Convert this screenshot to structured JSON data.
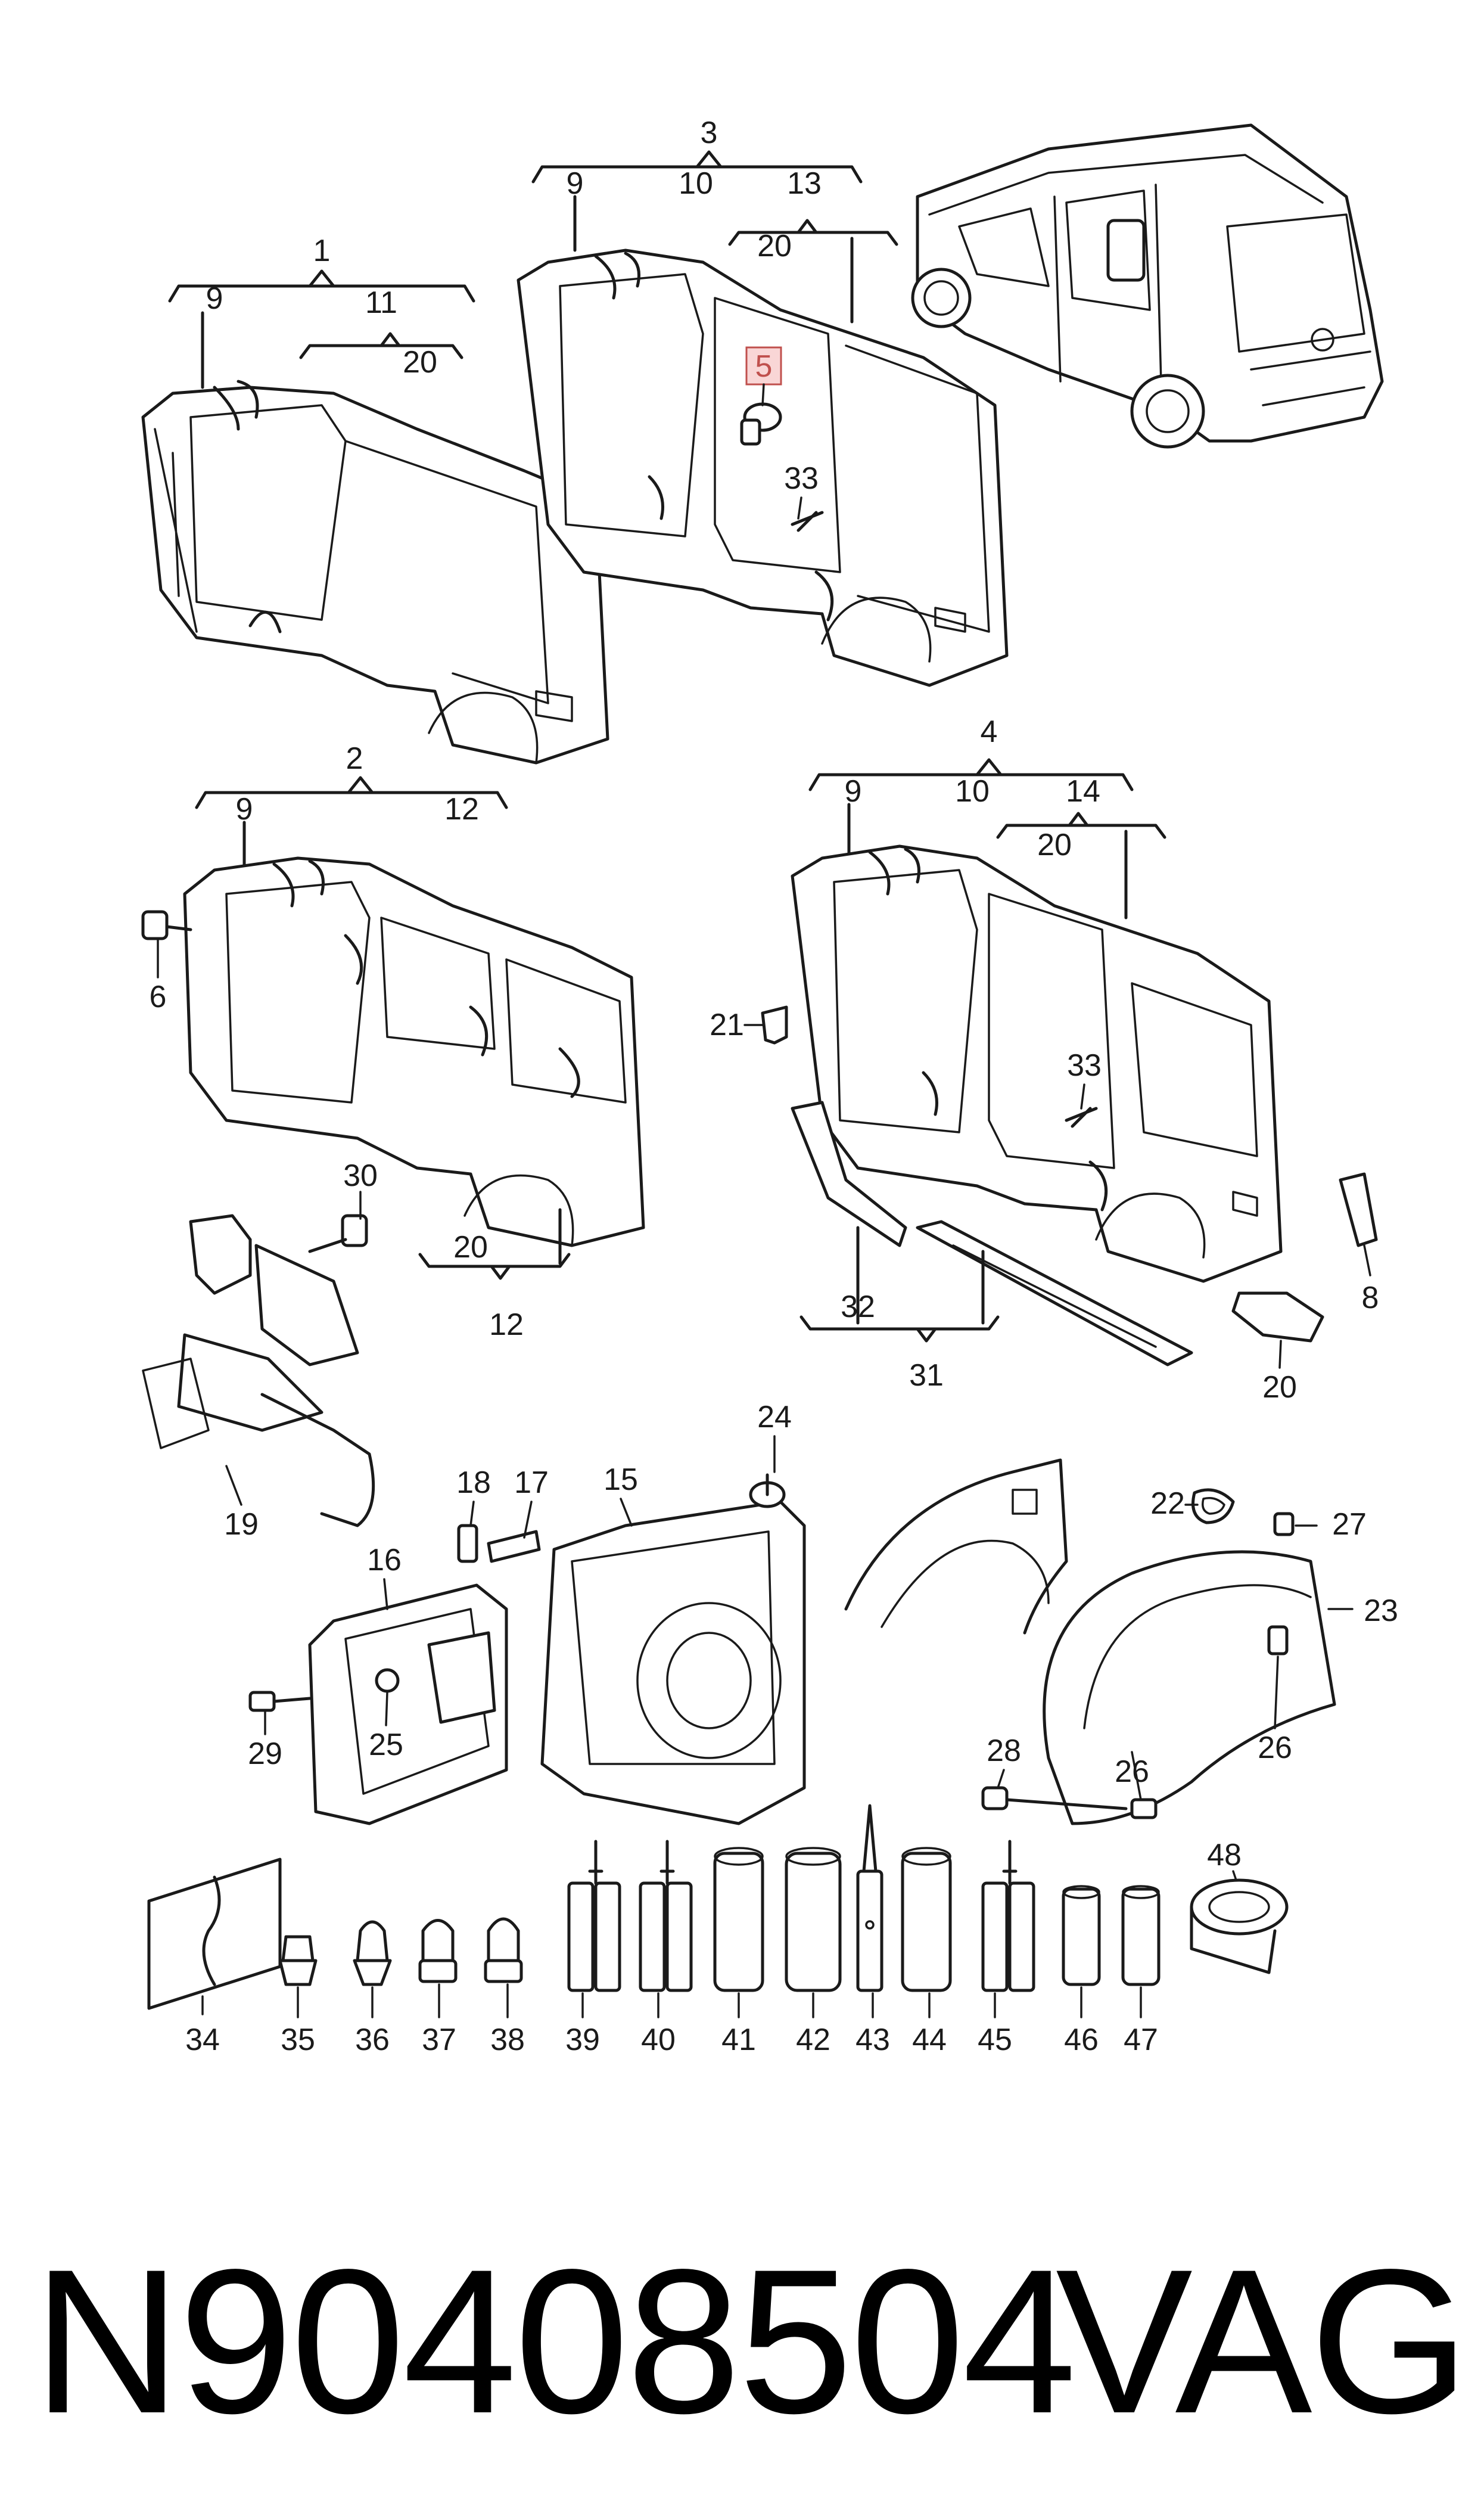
{
  "footer": {
    "part_number": "N90408504",
    "brand": "VAG"
  },
  "callouts": {
    "c1": "1",
    "c2": "2",
    "c3": "3",
    "c4": "4",
    "c5": "5",
    "c6": "6",
    "c8": "8",
    "c9": "9",
    "c10": "10",
    "c11": "11",
    "c12": "12",
    "c13": "13",
    "c14": "14",
    "c15": "15",
    "c16": "16",
    "c17": "17",
    "c18": "18",
    "c19": "19",
    "c20": "20",
    "c21": "21",
    "c22": "22",
    "c23": "23",
    "c24": "24",
    "c25": "25",
    "c26": "26",
    "c27": "27",
    "c28": "28",
    "c29": "29",
    "c30": "30",
    "c31": "31",
    "c32": "32",
    "c33": "33",
    "c34": "34",
    "c35": "35",
    "c36": "36",
    "c37": "37",
    "c38": "38",
    "c39": "39",
    "c40": "40",
    "c41": "41",
    "c42": "42",
    "c43": "43",
    "c44": "44",
    "c45": "45",
    "c46": "46",
    "c47": "47",
    "c48": "48"
  },
  "highlight": {
    "callout": "5",
    "color": "#c0504d",
    "fill": "#f9d6d6"
  }
}
